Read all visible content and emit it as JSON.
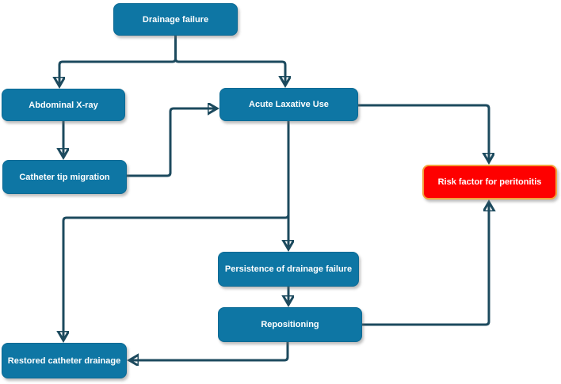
{
  "diagram": {
    "type": "flowchart",
    "background_color": "#FFFFFF",
    "node_fill_color": "#0E76A4",
    "node_text_color": "#FFFFFF",
    "risk_node_fill_color": "#FE0000",
    "risk_node_border_color": "#F2A33C",
    "connector_color": "#1C4A5E",
    "nodes": [
      {
        "id": "drainage-failure",
        "label": "Drainage failure",
        "type": "process"
      },
      {
        "id": "abdominal-x-ray",
        "label": "Abdominal X-ray",
        "type": "process"
      },
      {
        "id": "acute-laxative-use",
        "label": "Acute Laxative Use",
        "type": "process"
      },
      {
        "id": "catheter-tip-migration",
        "label": "Catheter tip migration",
        "type": "process"
      },
      {
        "id": "risk-factor-for-peritonitis",
        "label": "Risk factor for peritonitis",
        "type": "risk"
      },
      {
        "id": "persistence-of-drainage-failure",
        "label": "Persistence of drainage failure",
        "type": "process"
      },
      {
        "id": "repositioning",
        "label": "Repositioning",
        "type": "process"
      },
      {
        "id": "restored-catheter-drainage",
        "label": "Restored catheter drainage",
        "type": "process"
      }
    ],
    "edges": [
      {
        "from": "drainage-failure",
        "to": "abdominal-x-ray"
      },
      {
        "from": "drainage-failure",
        "to": "acute-laxative-use"
      },
      {
        "from": "abdominal-x-ray",
        "to": "catheter-tip-migration"
      },
      {
        "from": "catheter-tip-migration",
        "to": "acute-laxative-use"
      },
      {
        "from": "acute-laxative-use",
        "to": "risk-factor-for-peritonitis"
      },
      {
        "from": "acute-laxative-use",
        "to": "persistence-of-drainage-failure"
      },
      {
        "from": "acute-laxative-use",
        "to": "restored-catheter-drainage"
      },
      {
        "from": "persistence-of-drainage-failure",
        "to": "repositioning"
      },
      {
        "from": "repositioning",
        "to": "risk-factor-for-peritonitis"
      },
      {
        "from": "repositioning",
        "to": "restored-catheter-drainage"
      }
    ]
  }
}
